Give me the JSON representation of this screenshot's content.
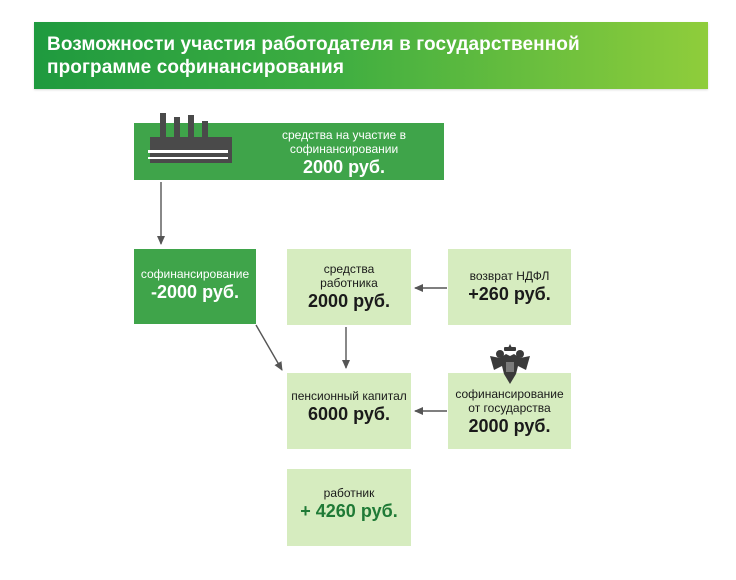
{
  "header": {
    "title": "Возможности участия работодателя в государственной программе софинансирования"
  },
  "boxes": {
    "employer": {
      "label": "средства на участие в софинансировании",
      "amount": "2000 руб."
    },
    "cofinancing": {
      "label": "софинансирование",
      "amount": "-2000 руб."
    },
    "employee_funds": {
      "label": "средства работника",
      "amount": "2000 руб."
    },
    "ndfl_refund": {
      "label": "возврат НДФЛ",
      "amount": "+260 руб."
    },
    "pension_capital": {
      "label": "пенсионный капитал",
      "amount": "6000 руб."
    },
    "state_cofinancing": {
      "label": "софинансирование от государства",
      "amount": "2000 руб."
    },
    "worker": {
      "label": "работник",
      "amount": "+ 4260 руб."
    }
  },
  "icons": {
    "factory": "factory-icon",
    "emblem": "double-headed-eagle-icon"
  },
  "colors": {
    "dark_green": "#3fa44a",
    "light_green": "#d6ecbf",
    "header_start": "#1f9a3f",
    "header_end": "#8fcd3b",
    "arrow": "#555555",
    "highlight_text": "#1f7a36"
  }
}
